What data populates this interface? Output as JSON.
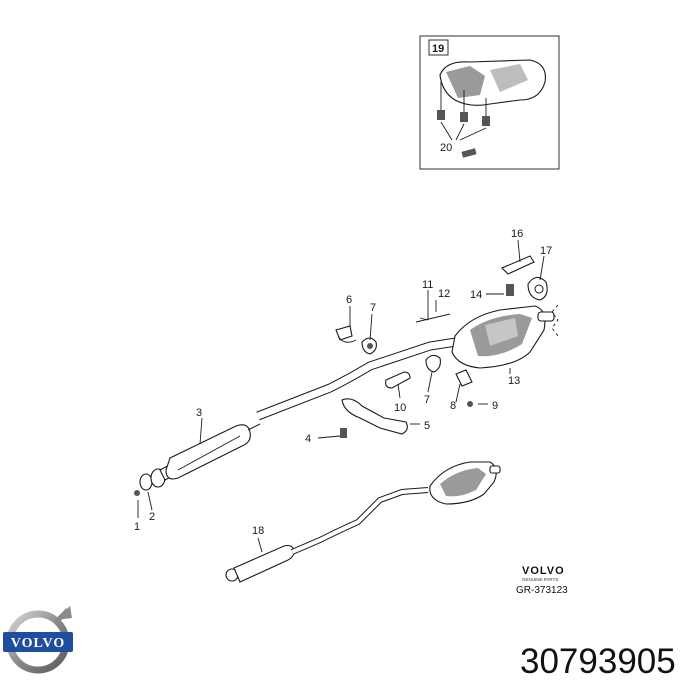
{
  "inset": {
    "label_box": "19",
    "label_below": "20"
  },
  "callouts": [
    "1",
    "2",
    "3",
    "4",
    "5",
    "6",
    "7",
    "7",
    "8",
    "9",
    "10",
    "11",
    "12",
    "13",
    "14",
    "16",
    "17",
    "18"
  ],
  "footer": {
    "brand": "VOLVO",
    "brand_sub": "GENUINE PARTS",
    "figure_code": "GR-373123"
  },
  "logo_text": "VOLVO",
  "part_number": "30793905"
}
